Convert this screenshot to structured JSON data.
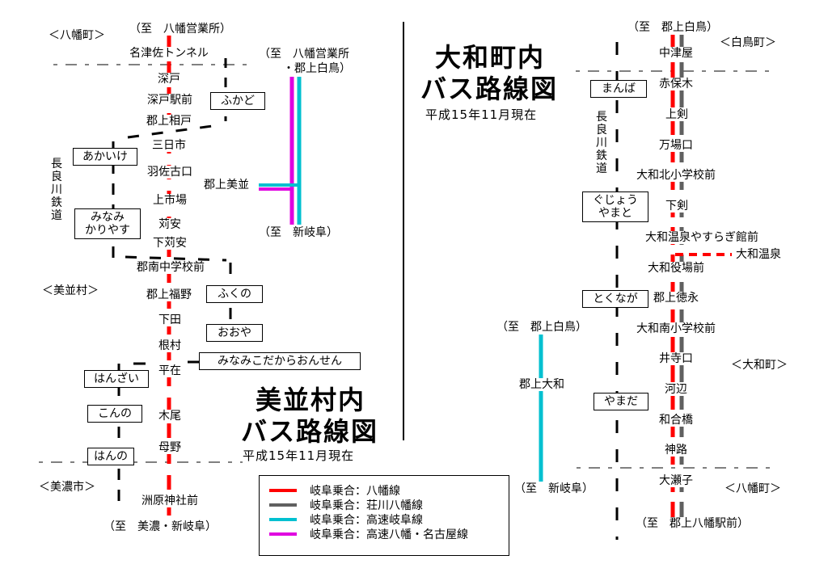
{
  "left_map": {
    "title_line1": "美並村内",
    "title_line2": "バス路線図",
    "date": "平成15年11月現在",
    "top_terminal": "（至　八幡営業所）",
    "bottom_terminal": "（至　美濃・新岐阜）",
    "regions": {
      "hachiman": "＜八幡町＞",
      "minami": "＜美並村＞",
      "mino": "＜美濃市＞"
    },
    "railway_label": "長良川鉄道",
    "stops": [
      "名津佐トンネル",
      "深戸",
      "深戸駅前",
      "郡上相戸",
      "三日市",
      "羽佐古口",
      "上市場",
      "苅安",
      "下苅安",
      "郡南中学校前",
      "郡上福野",
      "下田",
      "根村",
      "平在",
      "木尾",
      "母野",
      "洲原神社前"
    ],
    "stations": [
      "ふかど",
      "あかいけ",
      "みなみ\nかりやす",
      "ふくの",
      "おおや",
      "みなみこだからおんせん",
      "はんざい",
      "こんの",
      "はんの"
    ],
    "express": {
      "top_terminal_line1": "（至　八幡営業所",
      "top_terminal_line2": "・郡上白鳥）",
      "stop": "郡上美並",
      "bottom_terminal": "（至　新岐阜）"
    }
  },
  "right_map": {
    "title_line1": "大和町内",
    "title_line2": "バス路線図",
    "date": "平成15年11月現在",
    "top_terminal": "（至　郡上白鳥）",
    "bottom_terminal": "（至　郡上八幡駅前）",
    "regions": {
      "shirotori": "＜白鳥町＞",
      "yamato": "＜大和町＞",
      "hachiman": "＜八幡町＞"
    },
    "railway_label": "長良川鉄道",
    "stops": [
      "中津屋",
      "赤保木",
      "上剣",
      "万場口",
      "大和北小学校前",
      "下剣",
      "大和温泉やすらぎ館前",
      "大和役場前",
      "郡上徳永",
      "大和南小学校前",
      "井寺口",
      "河辺",
      "和合橋",
      "神路",
      "大瀬子"
    ],
    "branch_stop": "大和温泉",
    "stations": [
      "まんば",
      "ぐじょう\nやまと",
      "とくなが",
      "やまだ"
    ],
    "express": {
      "top_terminal": "（至　郡上白鳥）",
      "stop": "郡上大和",
      "bottom_terminal": "（至　新岐阜）"
    }
  },
  "legend": [
    {
      "label": "岐阜乗合：八幡線",
      "color": "#ff0000"
    },
    {
      "label": "岐阜乗合：荘川八幡線",
      "color": "#606060"
    },
    {
      "label": "岐阜乗合：高速岐阜線",
      "color": "#00c0d0"
    },
    {
      "label": "岐阜乗合：高速八幡・名古屋線",
      "color": "#e000e0"
    }
  ]
}
